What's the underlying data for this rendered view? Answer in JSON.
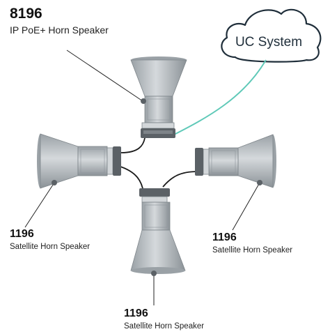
{
  "main_speaker": {
    "model": "8196",
    "description": "IP PoE+ Horn Speaker",
    "icon": "horn-speaker-icon"
  },
  "satellites": [
    {
      "id": "left",
      "model": "1196",
      "description": "Satellite Horn Speaker",
      "icon": "horn-speaker-icon"
    },
    {
      "id": "right",
      "model": "1196",
      "description": "Satellite Horn Speaker",
      "icon": "horn-speaker-icon"
    },
    {
      "id": "bottom",
      "model": "1196",
      "description": "Satellite Horn Speaker",
      "icon": "horn-speaker-icon"
    }
  ],
  "cloud": {
    "label": "UC System",
    "icon": "cloud-icon"
  },
  "colors": {
    "network_line": "#5fc9b8",
    "cable": "#1a1a1a",
    "speaker_body": "#b9bfc4",
    "speaker_shade": "#8e959b",
    "speaker_mount": "#5b6166",
    "text": "#111111"
  }
}
